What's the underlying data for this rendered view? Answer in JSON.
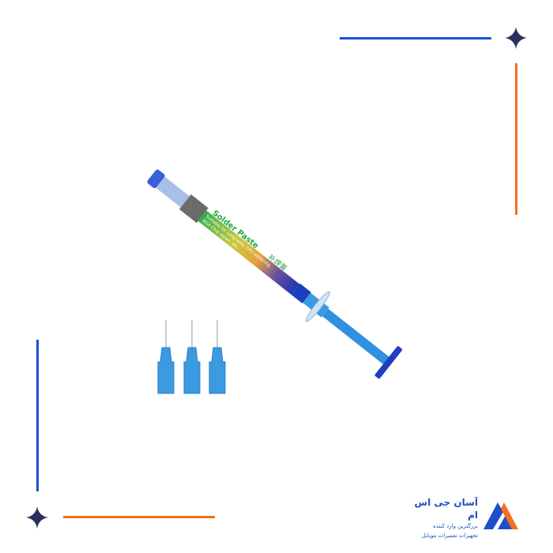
{
  "product": {
    "label_title": "Solder Paste",
    "label_chinese": "补焊膏",
    "label_line1": "Suitable for jump wire, CPU soldering,",
    "label_line2": "BGA Chip repair, etc."
  },
  "brand": {
    "name": "آسان جی اس ام",
    "tagline1": "بزرگترین وارد کننده",
    "tagline2": "تجهیزات تعمیرات موبایل"
  },
  "colors": {
    "accent_blue": "#1f4fd8",
    "accent_orange": "#f36f21",
    "star": "#2b2f5e"
  }
}
